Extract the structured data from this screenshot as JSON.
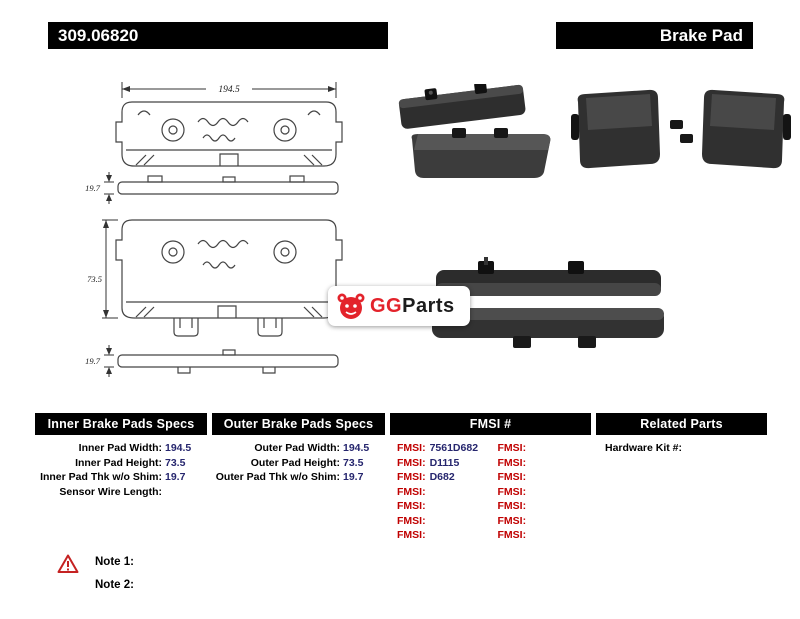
{
  "header": {
    "part_number": "309.06820",
    "title": "Brake Pad"
  },
  "diagram": {
    "width_dim": "194.5",
    "thickness_dim_top": "19.7",
    "height_dim": "73.5",
    "thickness_dim_bottom": "19.7"
  },
  "watermark": {
    "gg": "GG",
    "parts": "Parts"
  },
  "specs": {
    "inner": {
      "title": "Inner Brake Pads Specs",
      "rows": [
        {
          "label": "Inner Pad Width:",
          "value": "194.5"
        },
        {
          "label": "Inner Pad Height:",
          "value": "73.5"
        },
        {
          "label": "Inner Pad Thk w/o Shim:",
          "value": "19.7"
        },
        {
          "label": "Sensor Wire Length:",
          "value": ""
        }
      ]
    },
    "outer": {
      "title": "Outer Brake Pads Specs",
      "rows": [
        {
          "label": "Outer Pad Width:",
          "value": "194.5"
        },
        {
          "label": "Outer Pad Height:",
          "value": "73.5"
        },
        {
          "label": "Outer Pad Thk w/o Shim:",
          "value": "19.7"
        }
      ]
    },
    "fmsi": {
      "title": "FMSI #",
      "col1": [
        {
          "label": "FMSI:",
          "value": "7561D682"
        },
        {
          "label": "FMSI:",
          "value": "D1115"
        },
        {
          "label": "FMSI:",
          "value": "D682"
        },
        {
          "label": "FMSI:",
          "value": ""
        },
        {
          "label": "FMSI:",
          "value": ""
        },
        {
          "label": "FMSI:",
          "value": ""
        },
        {
          "label": "FMSI:",
          "value": ""
        }
      ],
      "col2": [
        {
          "label": "FMSI:",
          "value": ""
        },
        {
          "label": "FMSI:",
          "value": ""
        },
        {
          "label": "FMSI:",
          "value": ""
        },
        {
          "label": "FMSI:",
          "value": ""
        },
        {
          "label": "FMSI:",
          "value": ""
        },
        {
          "label": "FMSI:",
          "value": ""
        },
        {
          "label": "FMSI:",
          "value": ""
        }
      ]
    },
    "related": {
      "title": "Related Parts",
      "rows": [
        {
          "label": "Hardware Kit #:",
          "value": ""
        }
      ]
    }
  },
  "notes": [
    {
      "label": "Note 1:"
    },
    {
      "label": "Note 2:"
    }
  ],
  "colors": {
    "bar_black": "#000000",
    "fmsi_label_red": "#c00000",
    "value_navy": "#26266e",
    "logo_red": "#e3232b"
  }
}
